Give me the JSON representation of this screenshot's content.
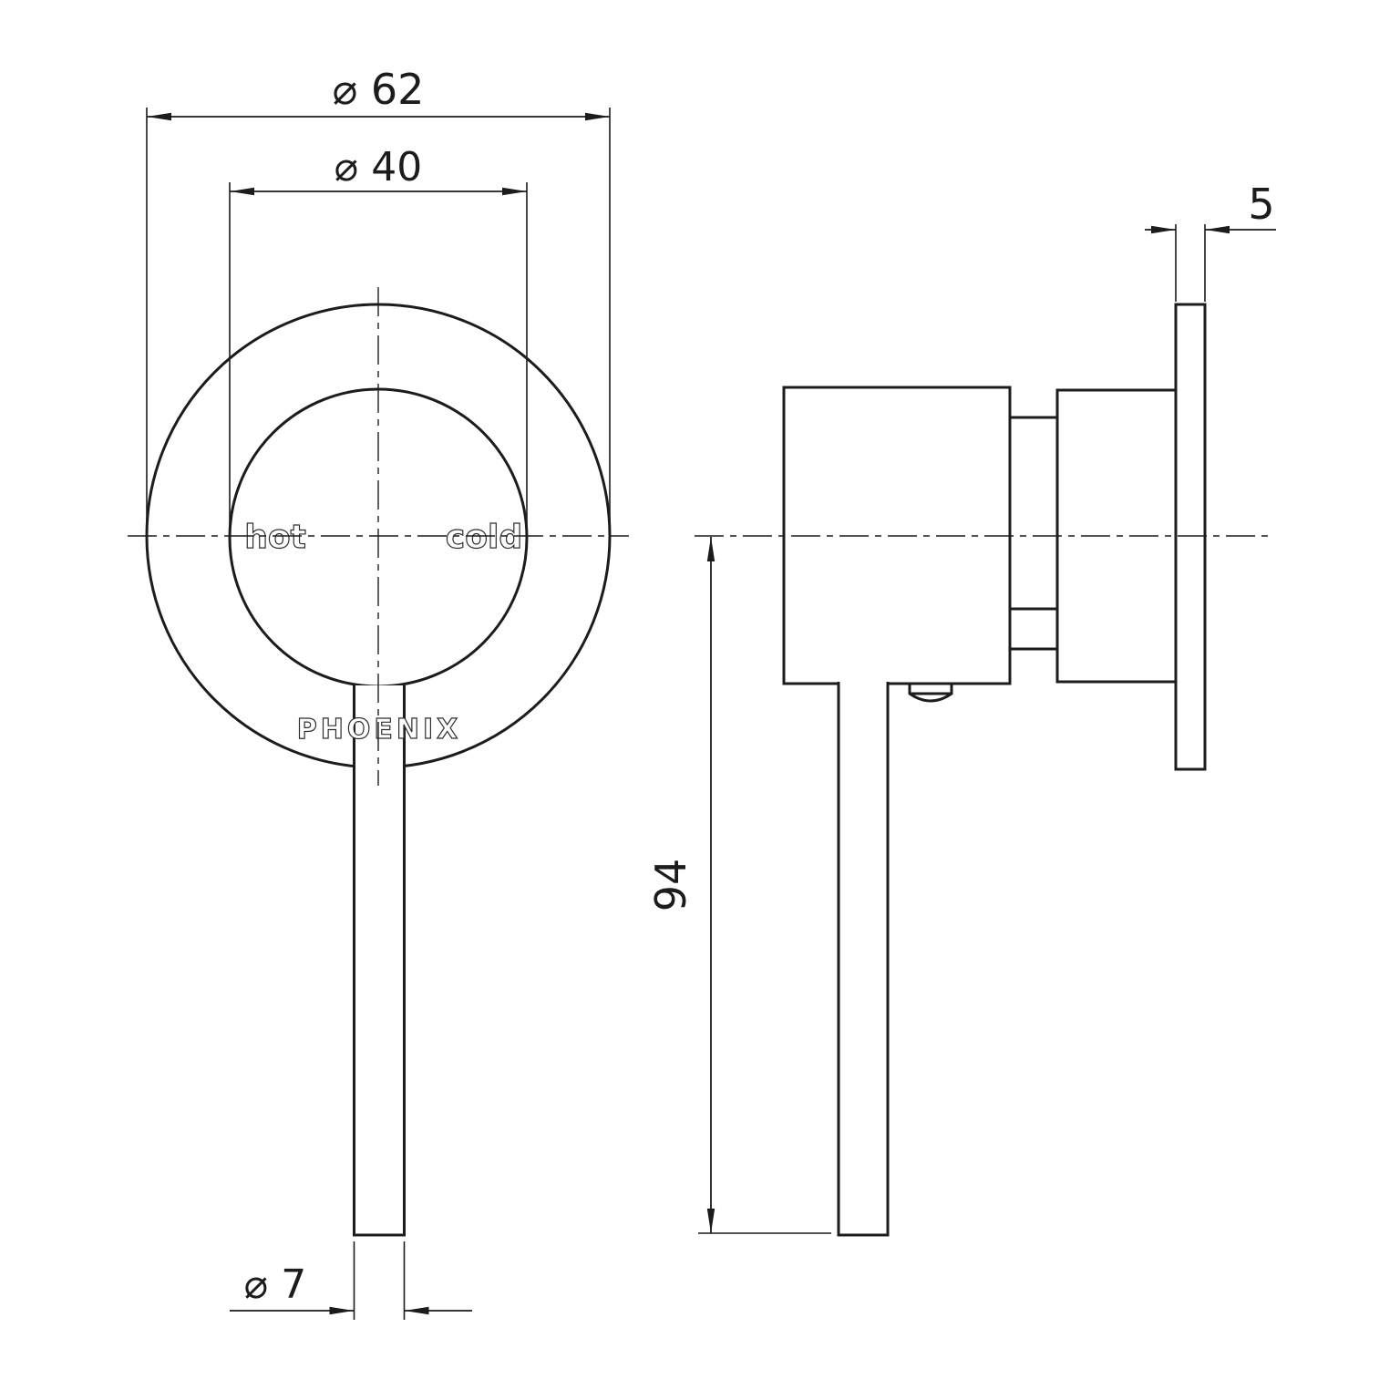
{
  "drawing": {
    "front_view": {
      "hot": "hot",
      "cold": "cold",
      "brand": "PHOENIX"
    },
    "dimensions": {
      "outer_diameter_label": "⌀ 62",
      "inner_diameter_label": "⌀ 40",
      "handle_diameter_label": "⌀ 7",
      "plate_thickness_label": "5",
      "handle_length_label": "94"
    },
    "colors": {
      "line": "#1c1c1c",
      "background": "#ffffff"
    }
  }
}
